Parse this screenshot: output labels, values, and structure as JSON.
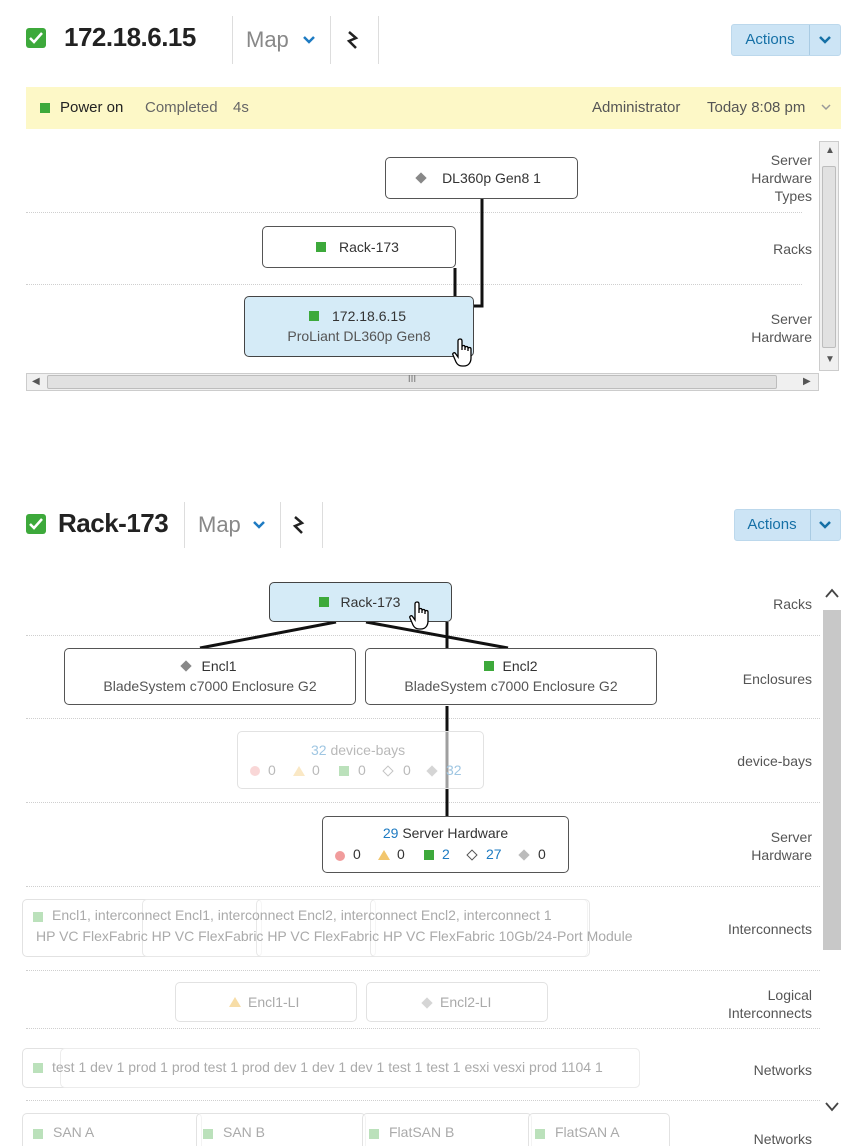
{
  "panel1": {
    "title": "172.18.6.15",
    "view_label": "Map",
    "actions_label": "Actions",
    "banner": {
      "status": "Power on",
      "state": "Completed",
      "duration": "4s",
      "user": "Administrator",
      "time": "Today 8:08 pm"
    },
    "rows": {
      "types": [
        "Server",
        "Hardware",
        "Types"
      ],
      "racks": "Racks",
      "hardware": [
        "Server",
        "Hardware"
      ]
    },
    "nodes": {
      "type_node": "DL360p Gen8 1",
      "rack_node": "Rack-173",
      "server_ip": "172.18.6.15",
      "server_model": "ProLiant DL360p Gen8"
    },
    "hscroll_grip": "III"
  },
  "panel2": {
    "title": "Rack-173",
    "view_label": "Map",
    "actions_label": "Actions",
    "rows": {
      "racks": "Racks",
      "enclosures": "Enclosures",
      "device_bays": "device-bays",
      "server_hw": [
        "Server",
        "Hardware"
      ],
      "interconnects": "Interconnects",
      "logical": [
        "Logical",
        "Interconnects"
      ],
      "networks": "Networks",
      "networks2": "Networks"
    },
    "rack_node": "Rack-173",
    "encl1": {
      "name": "Encl1",
      "model": "BladeSystem c7000 Enclosure G2"
    },
    "encl2": {
      "name": "Encl2",
      "model": "BladeSystem c7000 Enclosure G2"
    },
    "device_bays": {
      "count": "32",
      "label": "device-bays",
      "critical": "0",
      "warning": "0",
      "ok": "0",
      "unknown": "0",
      "disabled": "32"
    },
    "server_hw": {
      "count": "29",
      "label": "Server Hardware",
      "critical": "0",
      "warning": "0",
      "ok": "2",
      "unknown": "27",
      "disabled": "0"
    },
    "interconnects_text_line1": "Encl1, interconnect Encl1, interconnect Encl2, interconnect Encl2, interconnect 1",
    "interconnects_text_line2": "HP VC FlexFabric HP VC FlexFabric HP VC FlexFabric HP VC FlexFabric 10Gb/24-Port Module",
    "logical": {
      "li1": "Encl1-LI",
      "li2": "Encl2-LI"
    },
    "networks_text": "test 1 dev 1 prod 1 prod test 1 prod dev 1 dev 1 dev 1 test 1 test 1 esxi vesxi prod 1104 1",
    "san": [
      "SAN A",
      "SAN B",
      "FlatSAN B",
      "FlatSAN A"
    ]
  },
  "colors": {
    "ok": "#3da93b",
    "selected_node": "#d5ebf7",
    "banner": "#fdf8c7",
    "actions": "#cce4f5",
    "link": "#1e7bc2"
  }
}
